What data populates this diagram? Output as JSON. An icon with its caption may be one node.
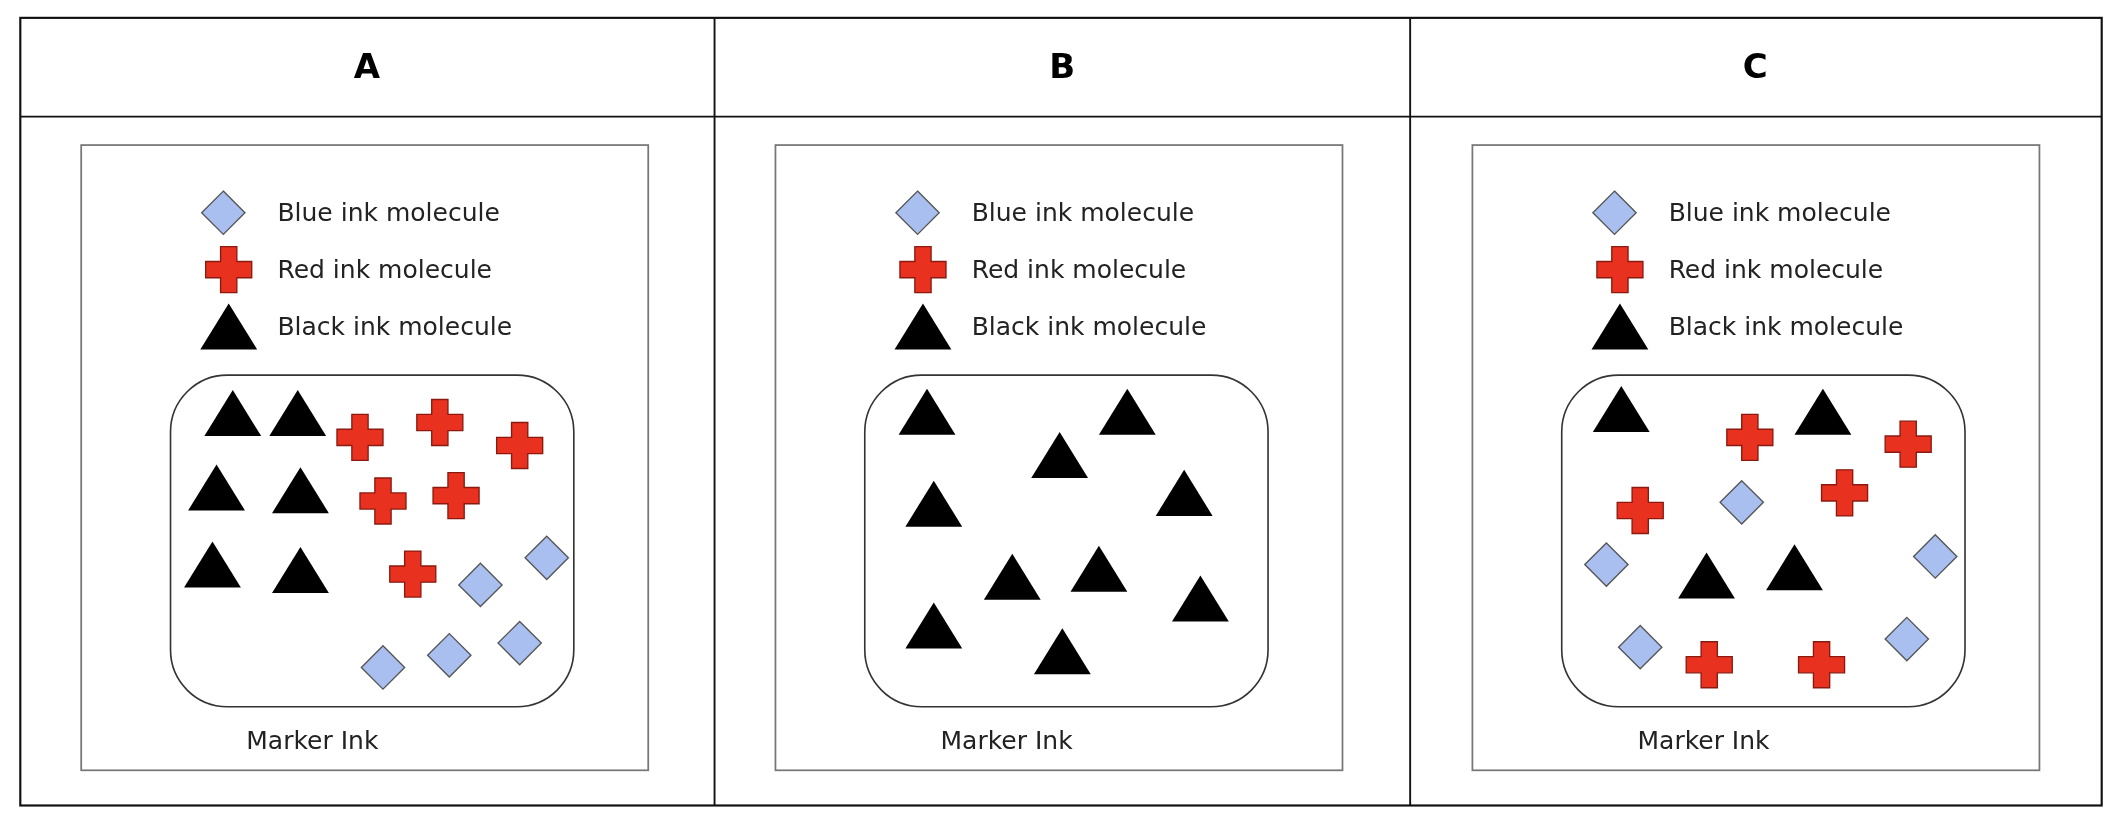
{
  "diagram": {
    "labels": [
      "A",
      "B",
      "C",
      "Marker Ink",
      "Marker Ink",
      "Marker Ink"
    ],
    "legend": [
      {
        "text": "Blue ink molecule"
      },
      {
        "text": "Red ink molecule"
      },
      {
        "text": "Black ink molecule"
      },
      {
        "text": "Blue ink molecule"
      },
      {
        "text": "Red ink molecule"
      },
      {
        "text": "Black ink molecule"
      },
      {
        "text": "Blue ink molecule"
      },
      {
        "text": "Red ink molecule"
      },
      {
        "text": "Black ink molecule"
      }
    ]
  }
}
